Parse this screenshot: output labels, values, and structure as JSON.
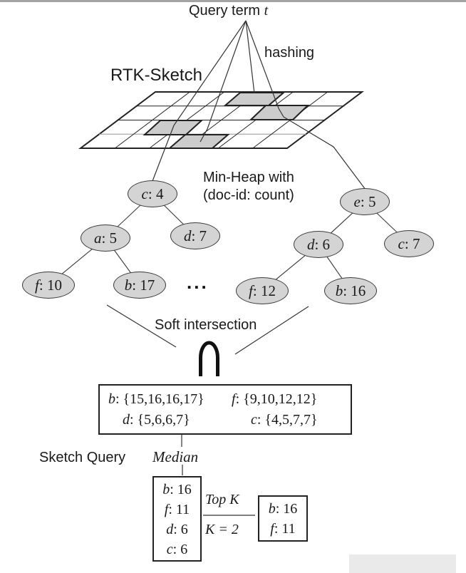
{
  "labels": {
    "query_term_prefix": "Query term ",
    "query_term_var": "t",
    "hashing": "hashing",
    "rtk_sketch": "RTK-Sketch",
    "min_heap_line1": "Min-Heap with",
    "min_heap_line2": "(doc-id: count)",
    "soft_intersection": "Soft intersection",
    "sketch_query": "Sketch Query",
    "median": "Median",
    "top_k": "Top K",
    "k_equals": "K = 2",
    "ellipsis": "..."
  },
  "heaps": {
    "left": [
      {
        "var": "c",
        "val": ": 4"
      },
      {
        "var": "a",
        "val": ": 5"
      },
      {
        "var": "d",
        "val": ": 7"
      },
      {
        "var": "f",
        "val": ": 10"
      },
      {
        "var": "b",
        "val": ": 17"
      }
    ],
    "right": [
      {
        "var": "e",
        "val": ": 5"
      },
      {
        "var": "d",
        "val": ": 6"
      },
      {
        "var": "c",
        "val": ": 7"
      },
      {
        "var": "f",
        "val": ": 12"
      },
      {
        "var": "b",
        "val": ": 16"
      }
    ]
  },
  "sets_box": {
    "items": [
      {
        "var": "b",
        "val": ": {15,16,16,17}"
      },
      {
        "var": "f",
        "val": ": {9,10,12,12}"
      },
      {
        "var": "d",
        "val": ": {5,6,6,7}"
      },
      {
        "var": "c",
        "val": ": {4,5,7,7}"
      }
    ]
  },
  "median_box": {
    "rows": [
      {
        "var": "b",
        "val": ": 16"
      },
      {
        "var": "f",
        "val": ": 11"
      },
      {
        "var": "d",
        "val": ": 6"
      },
      {
        "var": "c",
        "val": ": 6"
      }
    ]
  },
  "topk_box": {
    "rows": [
      {
        "var": "b",
        "val": ": 16"
      },
      {
        "var": "f",
        "val": ": 11"
      }
    ]
  },
  "colors": {
    "node_fill": "#d4d4d4",
    "shaded_cell_fill": "#cccccc",
    "line": "#333333",
    "top_bar": "#a3a3a3",
    "watermark": "#eaeaea"
  }
}
